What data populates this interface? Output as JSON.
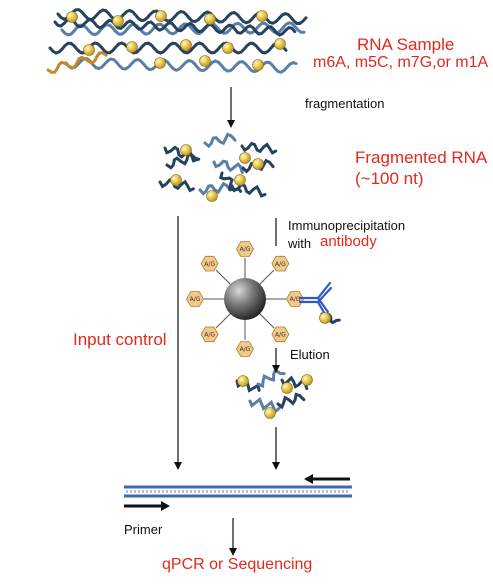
{
  "labels": {
    "rna_sample_title": "RNA Sample",
    "rna_sample_mods": "m6A, m5C, m7G,or m1A",
    "fragmentation": "fragmentation",
    "fragmented_rna_line1": "Fragmented RNA",
    "fragmented_rna_line2": "(~100 nt)",
    "immunoprecipitation_line1": "Immunoprecipitation",
    "immunoprecipitation_with": "with",
    "antibody": "antibody",
    "input_control": "Input control",
    "elution": "Elution",
    "primer": "Primer",
    "output": "qPCR or Sequencing"
  },
  "bead_label": "A/G",
  "colors": {
    "accent_red": "#e02a1c",
    "rna_strand": "#27425e",
    "rna_strand_light": "#5a7fa6",
    "modification_ball": "#e6c84a",
    "bead_hexagon": "#f3c987",
    "antibody": "#2f57c9",
    "dna_duplex": "#3f6aa6"
  }
}
